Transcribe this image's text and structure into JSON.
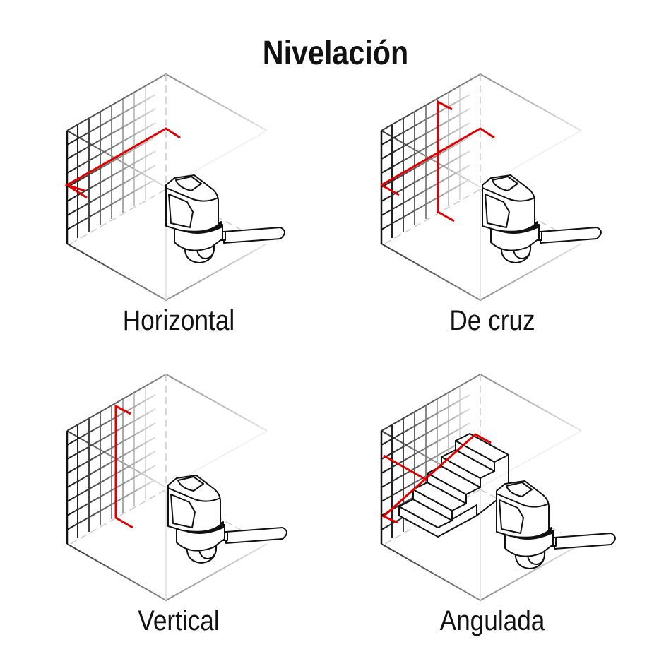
{
  "title": "Nivelación",
  "colors": {
    "laser": "#e00000",
    "ink": "#111111",
    "background": "#ffffff"
  },
  "panels": [
    {
      "id": "horizontal",
      "label": "Horizontal",
      "laser_mode": "horizontal-line"
    },
    {
      "id": "cross",
      "label": "De cruz",
      "laser_mode": "cross-lines"
    },
    {
      "id": "vertical",
      "label": "Vertical",
      "laser_mode": "vertical-line"
    },
    {
      "id": "angled",
      "label": "Angulada",
      "laser_mode": "angled-line-over-stairs"
    }
  ]
}
